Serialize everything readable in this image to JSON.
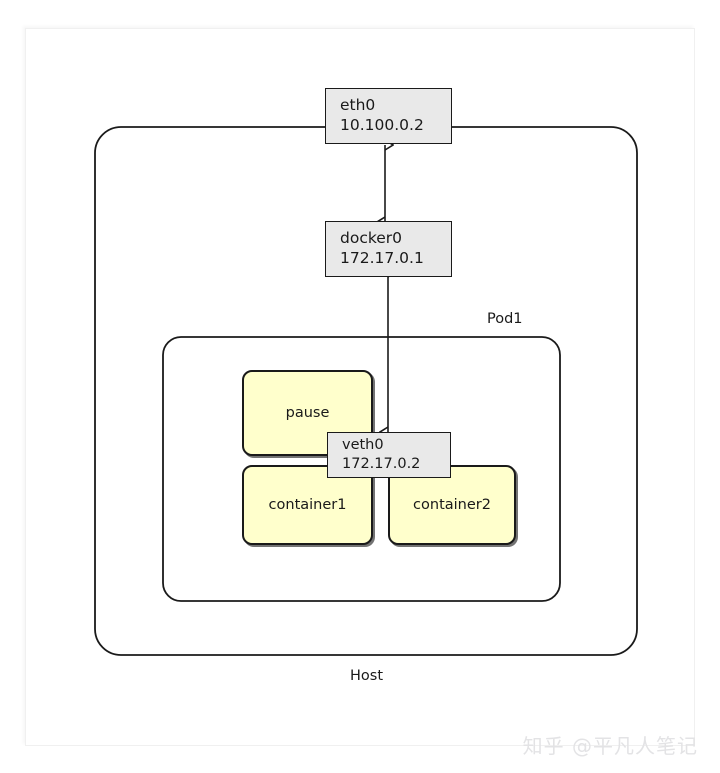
{
  "diagram": {
    "title_hidden": "",
    "host": {
      "label": "Host"
    },
    "pod": {
      "label": "Pod1"
    },
    "interfaces": [
      {
        "id": "eth0",
        "name": "eth0",
        "ip": "10.100.0.2"
      },
      {
        "id": "docker0",
        "name": "docker0",
        "ip": "172.17.0.1"
      },
      {
        "id": "veth0",
        "name": "veth0",
        "ip": "172.17.0.2"
      }
    ],
    "containers": [
      {
        "id": "pause",
        "label": "pause"
      },
      {
        "id": "container1",
        "label": "container1"
      },
      {
        "id": "container2",
        "label": "container2"
      }
    ],
    "colors": {
      "container_fill": "#ffffcc",
      "interface_fill": "#e9e9e9",
      "stroke": "#1a1a1a",
      "watermark": "#e3e3e5"
    }
  },
  "watermark": {
    "text": "知乎 @平凡人笔记"
  }
}
